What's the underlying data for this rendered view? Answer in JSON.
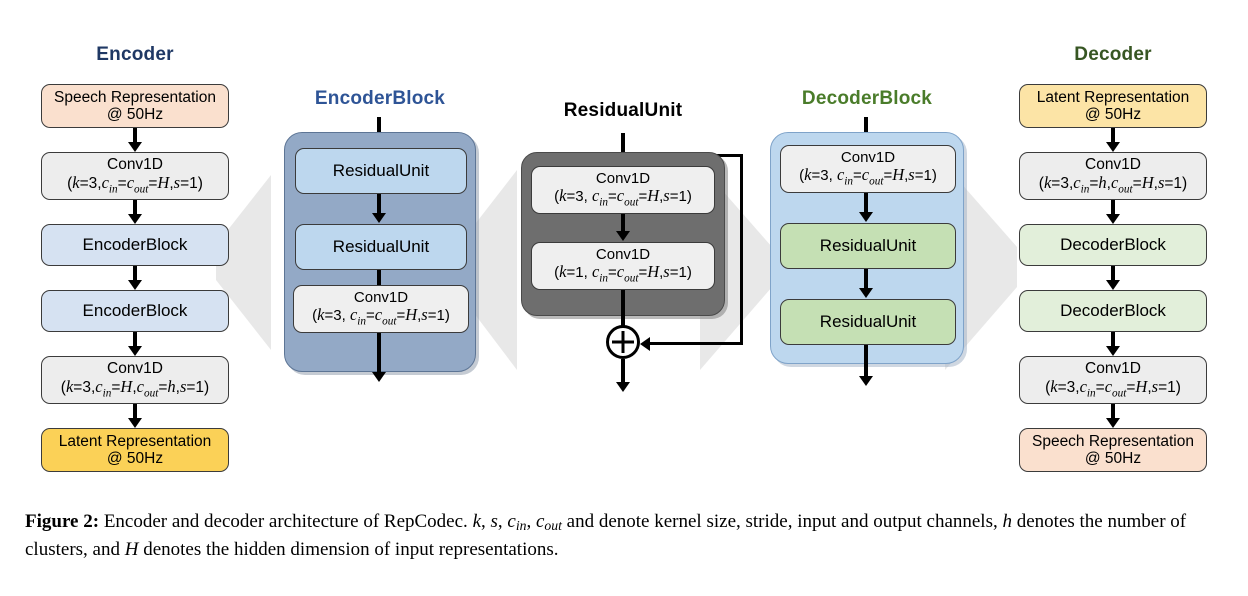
{
  "figure": {
    "columns": [
      {
        "id": "encoder",
        "title": "Encoder",
        "title_color": "#1F3864",
        "nodes": [
          {
            "name": "speech-representation-input",
            "line1": "Speech Representation",
            "line2": "@ 50Hz",
            "fill": "#FAE0CE"
          },
          {
            "name": "conv1d-encoder-first",
            "line1": "Conv1D",
            "line2": "(k=3,c_in=c_out=H,s=1)",
            "fill": "#EDEDED"
          },
          {
            "name": "encoder-block-1",
            "line1": "EncoderBlock",
            "line2": "",
            "fill": "#D6E2F2"
          },
          {
            "name": "encoder-block-2",
            "line1": "EncoderBlock",
            "line2": "",
            "fill": "#D6E2F2"
          },
          {
            "name": "conv1d-encoder-last",
            "line1": "Conv1D",
            "line2": "(k=3,c_in=H,c_out=h,s=1)",
            "fill": "#EDEDED"
          },
          {
            "name": "latent-representation-output",
            "line1": "Latent Representation",
            "line2": "@ 50Hz",
            "fill": "#FBD157"
          }
        ]
      },
      {
        "id": "encoderblock",
        "title": "EncoderBlock",
        "title_color": "#2E5496",
        "container_fill": "#93A9C6",
        "nodes": [
          {
            "name": "residual-unit-1",
            "line1": "ResidualUnit",
            "line2": "",
            "fill": "#BDD7EE"
          },
          {
            "name": "residual-unit-2",
            "line1": "ResidualUnit",
            "line2": "",
            "fill": "#BDD7EE"
          },
          {
            "name": "conv1d-encoderblock",
            "line1": "Conv1D",
            "line2": "(k=3, c_in=c_out=H,s=1)",
            "fill": "#EFEFEF"
          }
        ]
      },
      {
        "id": "residualunit",
        "title": "ResidualUnit",
        "title_color": "#000000",
        "container_fill": "#6E6E6E",
        "nodes": [
          {
            "name": "conv1d-residual-k3",
            "line1": "Conv1D",
            "line2": "(k=3, c_in=c_out=H,s=1)",
            "fill": "#EFEFEF"
          },
          {
            "name": "conv1d-residual-k1",
            "line1": "Conv1D",
            "line2": "(k=1, c_in=c_out=H,s=1)",
            "fill": "#EFEFEF"
          }
        ],
        "operator": "+"
      },
      {
        "id": "decoderblock",
        "title": "DecoderBlock",
        "title_color": "#4A7C2A",
        "container_fill": "#BDD7EE",
        "nodes": [
          {
            "name": "conv1d-decoderblock",
            "line1": "Conv1D",
            "line2": "(k=3, c_in=c_out=H,s=1)",
            "fill": "#EFEFEF"
          },
          {
            "name": "residual-unit-3",
            "line1": "ResidualUnit",
            "line2": "",
            "fill": "#C5E0B4"
          },
          {
            "name": "residual-unit-4",
            "line1": "ResidualUnit",
            "line2": "",
            "fill": "#C5E0B4"
          }
        ]
      },
      {
        "id": "decoder",
        "title": "Decoder",
        "title_color": "#375623",
        "nodes": [
          {
            "name": "latent-representation-input",
            "line1": "Latent Representation",
            "line2": "@ 50Hz",
            "fill": "#FCE4A6"
          },
          {
            "name": "conv1d-decoder-first",
            "line1": "Conv1D",
            "line2": "(k=3,c_in=h,c_out=H,s=1)",
            "fill": "#EDEDED"
          },
          {
            "name": "decoder-block-1",
            "line1": "DecoderBlock",
            "line2": "",
            "fill": "#E2EFDA"
          },
          {
            "name": "decoder-block-2",
            "line1": "DecoderBlock",
            "line2": "",
            "fill": "#E2EFDA"
          },
          {
            "name": "conv1d-decoder-last",
            "line1": "Conv1D",
            "line2": "(k=3,c_in=c_out=H,s=1)",
            "fill": "#EDEDED"
          },
          {
            "name": "speech-representation-output",
            "line1": "Speech Representation",
            "line2": "@ 50Hz",
            "fill": "#FAE0CE"
          }
        ]
      }
    ]
  },
  "caption": {
    "label": "Figure 2:",
    "text_part1": " Encoder and decoder architecture of RepCodec. ",
    "symbols1": "k, s, c_in, c_out",
    "text_part2": " and denote kernel size, stride, input and output channels, ",
    "symbol_h": "h",
    "text_part3": " denotes the number of clusters, and ",
    "symbol_H": "H",
    "text_part4": " denotes the hidden dimension of input representations."
  },
  "colors": {
    "title_encoder": "#1F3864",
    "title_encoderblock": "#2E5496",
    "title_residualunit": "#000000",
    "title_decoderblock": "#4A7C2A",
    "title_decoder": "#375623",
    "peach": "#FAE0CE",
    "yellow": "#FBD157",
    "light_blue": "#D6E2F2",
    "blue": "#BDD7EE",
    "green": "#C5E0B4",
    "light_green": "#E2EFDA",
    "grey": "#EDEDED",
    "slate": "#93A9C6",
    "dark_grey": "#6E6E6E",
    "chevron": "#E8E8E8"
  }
}
